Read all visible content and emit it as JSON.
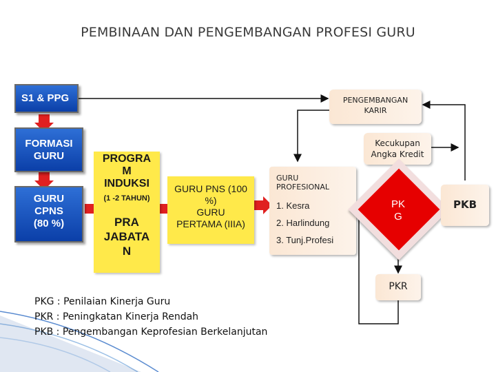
{
  "title": "PEMBINAAN DAN PENGEMBANGAN PROFESI GURU",
  "boxes": {
    "s1_ppg": "S1 & PPG",
    "formasi": [
      "FORMASI",
      "GURU"
    ],
    "cpns": [
      "GURU",
      "CPNS",
      "(80 %)"
    ],
    "program": [
      "PROGRA",
      "M",
      "INDUKSI"
    ],
    "program_sub": "(1 -2 TAHUN)",
    "pra": [
      "PRA",
      "JABATA",
      "N"
    ],
    "pns": [
      "GURU PNS (100",
      "%)",
      "GURU",
      "PERTAMA (IIIA)"
    ],
    "pengembangan_karir": [
      "PENGEMBANGAN",
      "KARIR"
    ],
    "kecukupan": [
      "Kecukupan",
      "Angka Kredit"
    ],
    "guru_profesional": [
      "GURU",
      "PROFESIONAL"
    ],
    "profesional_items": [
      "1. Kesra",
      "2. Harlindung",
      "3. Tunj.Profesi"
    ],
    "pkg": [
      "PK",
      "G"
    ],
    "pkb": "PKB",
    "pkr": "PKR"
  },
  "legend": [
    "PKG : Penilaian Kinerja Guru",
    "PKR : Peningkatan Kinerja Rendah",
    "PKB : Pengembangan Keprofesian Berkelanjutan"
  ],
  "colors": {
    "blue": "#0b3fa8",
    "yellow": "#ffe94a",
    "peach": "#fbe7d4",
    "red_arrow": "#e02020",
    "diamond_red": "#e60000"
  }
}
